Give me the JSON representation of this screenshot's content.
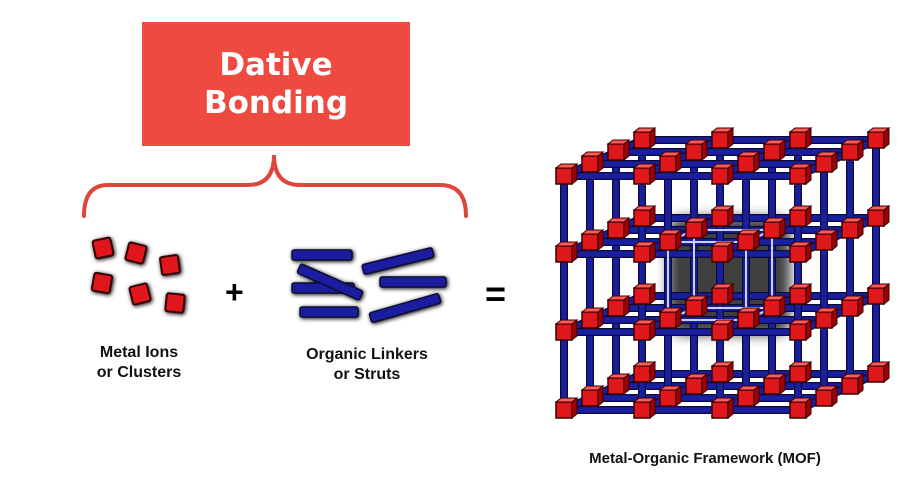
{
  "heading": "Dative\nBonding",
  "metal_label": "Metal Ions\nor Clusters",
  "linker_label": "Organic Linkers\nor Struts",
  "plus_sign": "+",
  "equals_sign": "=",
  "mof_label": "Metal-Organic Framework (MOF)",
  "colors": {
    "heading_box": "#ef4a40",
    "brace": "#e0453c",
    "metal_node": "#e0181c",
    "linker": "#1a1fa0"
  }
}
